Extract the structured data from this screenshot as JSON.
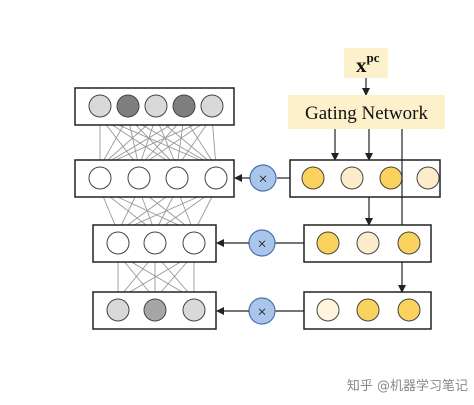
{
  "input_label": {
    "base": "x",
    "superscript": "pc"
  },
  "gating_label": "Gating Network",
  "multiply_symbol": "×",
  "watermark": "知乎 @机器学习笔记",
  "colors": {
    "gating_fill": "#fdf1cc",
    "input_fill": "#fdf1cc",
    "mult_fill": "#a9c6ea",
    "mult_stroke": "#4a72b0",
    "line": "#333333",
    "net_lines": "#999999",
    "light_gray": "#d9d9d9",
    "dark_gray": "#7f7f7f",
    "mid_gray": "#a6a6a6",
    "gold": "#f9d35e",
    "pale_gold": "#fdeccb",
    "cream": "#fff5df"
  },
  "network_layers": [
    [
      "light_gray",
      "dark_gray",
      "light_gray",
      "dark_gray",
      "light_gray"
    ],
    [
      "white",
      "white",
      "white",
      "white"
    ],
    [
      "white",
      "white",
      "white"
    ],
    [
      "light_gray",
      "mid_gray",
      "light_gray"
    ]
  ],
  "gate_layers": [
    [
      "gold",
      "pale_gold",
      "gold",
      "pale_gold"
    ],
    [
      "gold",
      "pale_gold",
      "gold"
    ],
    [
      "cream",
      "gold",
      "gold"
    ]
  ]
}
